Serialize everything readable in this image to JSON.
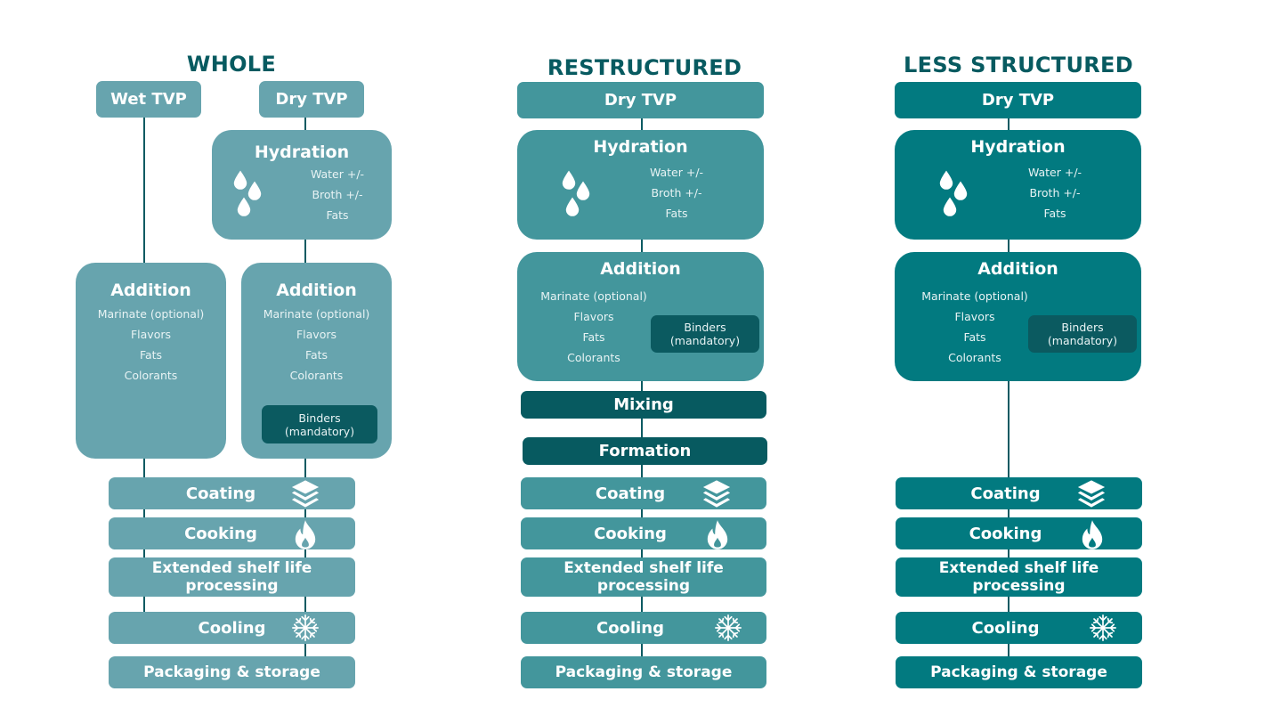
{
  "columns": {
    "whole": {
      "title": "WHOLE",
      "color": "#67a4ae",
      "sources": [
        "Wet TVP",
        "Dry TVP"
      ],
      "hydration": {
        "title": "Hydration",
        "items": [
          "Water +/-",
          "Broth +/-",
          "Fats"
        ]
      },
      "addition_left": {
        "title": "Addition",
        "items": [
          "Marinate (optional)",
          "Flavors",
          "Fats",
          "Colorants"
        ]
      },
      "addition_right": {
        "title": "Addition",
        "items": [
          "Marinate (optional)",
          "Flavors",
          "Fats",
          "Colorants"
        ],
        "binders": [
          "Binders",
          "(mandatory)"
        ]
      },
      "steps": [
        "Coating",
        "Cooking",
        "Extended shelf life processing",
        "Cooling",
        "Packaging & storage"
      ]
    },
    "restructured": {
      "title": "RESTRUCTURED",
      "color": "#43969c",
      "source": "Dry TVP",
      "hydration": {
        "title": "Hydration",
        "items": [
          "Water +/-",
          "Broth +/-",
          "Fats"
        ]
      },
      "addition": {
        "title": "Addition",
        "items": [
          "Marinate (optional)",
          "Flavors",
          "Fats",
          "Colorants"
        ],
        "binders": [
          "Binders",
          "(mandatory)"
        ]
      },
      "extra_steps": [
        "Mixing",
        "Formation"
      ],
      "steps": [
        "Coating",
        "Cooking",
        "Extended shelf life processing",
        "Cooling",
        "Packaging & storage"
      ]
    },
    "less_structured": {
      "title": "LESS STRUCTURED",
      "color": "#027a80",
      "source": "Dry TVP",
      "hydration": {
        "title": "Hydration",
        "items": [
          "Water +/-",
          "Broth +/-",
          "Fats"
        ]
      },
      "addition": {
        "title": "Addition",
        "items": [
          "Marinate (optional)",
          "Flavors",
          "Fats",
          "Colorants"
        ],
        "binders": [
          "Binders",
          "(mandatory)"
        ]
      },
      "steps": [
        "Coating",
        "Cooking",
        "Extended shelf life processing",
        "Cooling",
        "Packaging & storage"
      ]
    }
  },
  "icons": {
    "hydration": "water-drops-icon",
    "coating": "layers-icon",
    "cooking": "flame-icon",
    "cooling": "snowflake-icon"
  },
  "colors": {
    "title": "#075a60",
    "dark_box": "#075a60",
    "connector": "#0b5a62"
  }
}
